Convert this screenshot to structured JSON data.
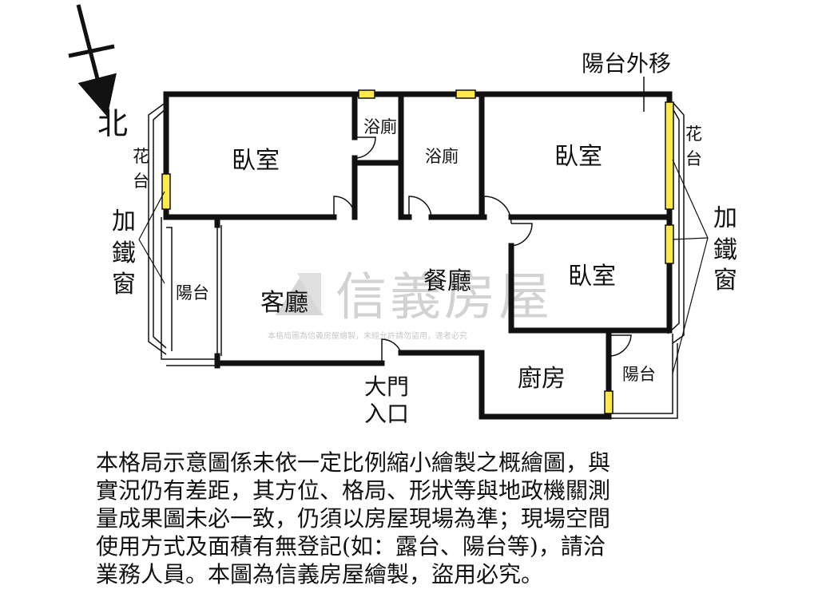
{
  "compass": {
    "north": "北"
  },
  "rooms": {
    "bedroom_1": "臥室",
    "bathroom_1": "浴廁",
    "bathroom_2": "浴廁",
    "bedroom_2": "臥室",
    "bedroom_3": "臥室",
    "living_room": "客廳",
    "dining_room": "餐廳",
    "kitchen": "廚房",
    "balcony_west": "陽台",
    "balcony_east": "陽台"
  },
  "annotations": {
    "balcony_moved_out": "陽台外移",
    "planter_left": [
      "花",
      "台"
    ],
    "planter_right": [
      "花",
      "台"
    ],
    "iron_window_left": [
      "加",
      "鐵",
      "窗"
    ],
    "iron_window_right": [
      "加",
      "鐵",
      "窗"
    ],
    "main_door": [
      "大門",
      "入口"
    ]
  },
  "watermark": {
    "brand": "信義房屋",
    "notice": "本格局圖為信義房屋繪製，未經允許請勿盜用，違者必究"
  },
  "disclaimer": [
    "本格局示意圖係未依一定比例縮小繪製之概繪圖，與",
    "實況仍有差距，其方位、格局、形狀等與地政機關測",
    "量成果圖未必一致，仍須以房屋現場為準；現場空間",
    "使用方式及面積有無登記(如：露台、陽台等)，請洽",
    "業務人員。本圖為信義房屋繪製，盜用必究。"
  ],
  "colors": {
    "wall": "#111111",
    "window": "#ffe94d",
    "watermark": "#cfcfcf"
  }
}
